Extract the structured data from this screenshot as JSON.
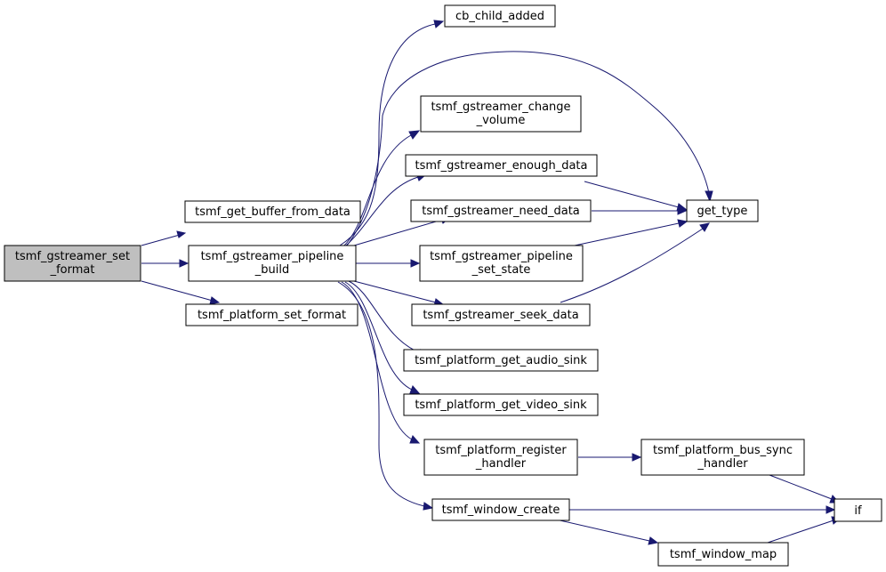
{
  "diagram": {
    "title": "",
    "colors": {
      "edge": "#191970",
      "root_fill": "#bfbfbf",
      "node_fill": "#ffffff",
      "border": "#000000"
    },
    "nodes": {
      "root": {
        "lines": [
          "tsmf_gstreamer_set",
          "_format"
        ]
      },
      "get_buffer": {
        "lines": [
          "tsmf_get_buffer_from_data"
        ]
      },
      "pipeline_build": {
        "lines": [
          "tsmf_gstreamer_pipeline",
          "_build"
        ]
      },
      "platform_set_format": {
        "lines": [
          "tsmf_platform_set_format"
        ]
      },
      "cb_child_added": {
        "lines": [
          "cb_child_added"
        ]
      },
      "change_volume": {
        "lines": [
          "tsmf_gstreamer_change",
          "_volume"
        ]
      },
      "enough_data": {
        "lines": [
          "tsmf_gstreamer_enough_data"
        ]
      },
      "need_data": {
        "lines": [
          "tsmf_gstreamer_need_data"
        ]
      },
      "pipeline_set_state": {
        "lines": [
          "tsmf_gstreamer_pipeline",
          "_set_state"
        ]
      },
      "seek_data": {
        "lines": [
          "tsmf_gstreamer_seek_data"
        ]
      },
      "get_audio_sink": {
        "lines": [
          "tsmf_platform_get_audio_sink"
        ]
      },
      "get_video_sink": {
        "lines": [
          "tsmf_platform_get_video_sink"
        ]
      },
      "register_handler": {
        "lines": [
          "tsmf_platform_register",
          "_handler"
        ]
      },
      "bus_sync_handler": {
        "lines": [
          "tsmf_platform_bus_sync",
          "_handler"
        ]
      },
      "window_create": {
        "lines": [
          "tsmf_window_create"
        ]
      },
      "window_map": {
        "lines": [
          "tsmf_window_map"
        ]
      },
      "get_type": {
        "lines": [
          "get_type"
        ]
      },
      "if_node": {
        "lines": [
          "if"
        ]
      }
    },
    "edges": [
      [
        "root",
        "get_buffer"
      ],
      [
        "root",
        "pipeline_build"
      ],
      [
        "root",
        "platform_set_format"
      ],
      [
        "pipeline_build",
        "cb_child_added"
      ],
      [
        "pipeline_build",
        "get_type"
      ],
      [
        "pipeline_build",
        "change_volume"
      ],
      [
        "pipeline_build",
        "enough_data"
      ],
      [
        "pipeline_build",
        "need_data"
      ],
      [
        "pipeline_build",
        "pipeline_set_state"
      ],
      [
        "pipeline_build",
        "seek_data"
      ],
      [
        "pipeline_build",
        "get_audio_sink"
      ],
      [
        "pipeline_build",
        "get_video_sink"
      ],
      [
        "pipeline_build",
        "register_handler"
      ],
      [
        "pipeline_build",
        "window_create"
      ],
      [
        "enough_data",
        "get_type"
      ],
      [
        "need_data",
        "get_type"
      ],
      [
        "pipeline_set_state",
        "get_type"
      ],
      [
        "seek_data",
        "get_type"
      ],
      [
        "register_handler",
        "bus_sync_handler"
      ],
      [
        "bus_sync_handler",
        "if_node"
      ],
      [
        "window_create",
        "if_node"
      ],
      [
        "window_create",
        "window_map"
      ],
      [
        "window_map",
        "if_node"
      ]
    ]
  }
}
